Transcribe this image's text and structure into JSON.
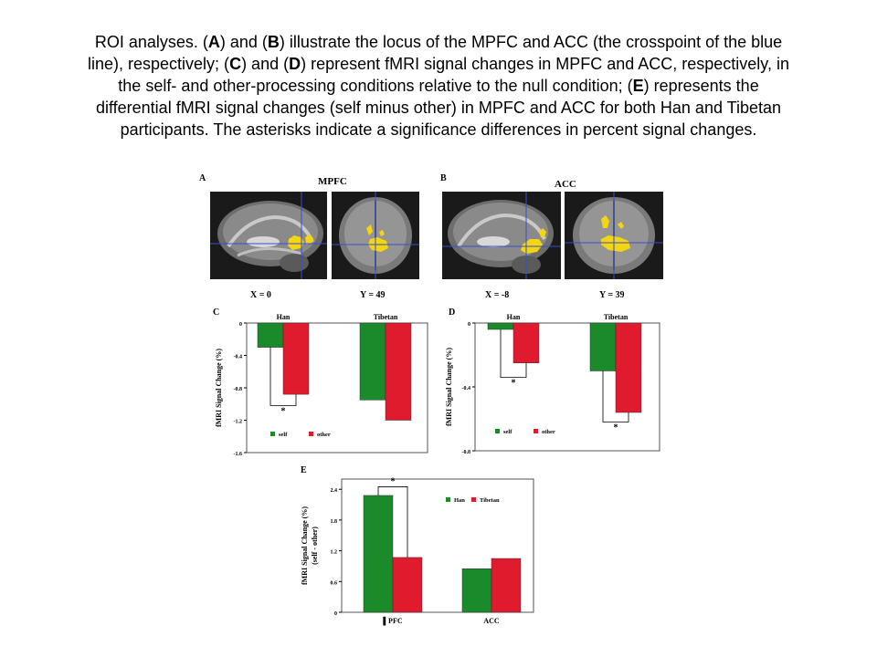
{
  "caption": {
    "lines": [
      {
        "segments": [
          "ROI analyses. (",
          "A",
          ") and (",
          "B",
          ") illustrate the locus of the MPFC and ACC (the crosspoint of the blue"
        ]
      },
      {
        "segments": [
          "line), respectively; (",
          "C",
          ") and (",
          "D",
          ") represent fMRI signal changes in MPFC and ACC, respectively, in"
        ]
      },
      {
        "segments": [
          "the self- and other-processing conditions relative to the null condition; (",
          "E",
          ") represents the"
        ]
      },
      {
        "segments": [
          "differential fMRI signal changes (self minus other) in MPFC and ACC for both Han and Tibetan"
        ]
      },
      {
        "segments": [
          "participants. The asterisks indicate a significance differences in percent signal changes."
        ]
      }
    ]
  },
  "brain_panels": {
    "A": {
      "letter": "A",
      "title": "MPFC",
      "coords": [
        "X = 0",
        "Y = 49"
      ]
    },
    "B": {
      "letter": "B",
      "title": "ACC",
      "coords": [
        "X = -8",
        "Y = 39"
      ]
    }
  },
  "colors": {
    "self": "#1a8a2a",
    "other": "#e01b2e",
    "activation": "#f3d511",
    "crosshair": "#3a4fd0",
    "axis": "#000000"
  },
  "chart_data": [
    {
      "id": "C",
      "panel_letter": "C",
      "type": "bar",
      "categories": [
        "Han",
        "Tibetan"
      ],
      "series": [
        {
          "name": "self",
          "values": [
            -0.3,
            -0.95
          ]
        },
        {
          "name": "other",
          "values": [
            -0.88,
            -1.2
          ]
        }
      ],
      "ylabel": "fMRI Signal Change (%)",
      "yticks": [
        "0",
        "-0.4",
        "-0.8",
        "-1.2",
        "-1.6"
      ],
      "ylim": [
        -1.6,
        0
      ],
      "categories_position": "top",
      "significance": [
        {
          "category": "Han",
          "marker": "*",
          "bracket_depth": -1.02
        }
      ],
      "legend": [
        "self",
        "other"
      ],
      "legend_position": "bottom-left"
    },
    {
      "id": "D",
      "panel_letter": "D",
      "type": "bar",
      "categories": [
        "Han",
        "Tibetan"
      ],
      "series": [
        {
          "name": "self",
          "values": [
            -0.04,
            -0.3
          ]
        },
        {
          "name": "other",
          "values": [
            -0.25,
            -0.56
          ]
        }
      ],
      "ylabel": "fMRI Signal Change (%)",
      "yticks": [
        "0",
        "-0.4",
        "-0.8"
      ],
      "ylim": [
        -0.8,
        0
      ],
      "categories_position": "top",
      "significance": [
        {
          "category": "Han",
          "marker": "*",
          "bracket_depth": -0.34
        },
        {
          "category": "Tibetan",
          "marker": "*",
          "bracket_depth": -0.62
        }
      ],
      "legend": [
        "self",
        "other"
      ],
      "legend_position": "bottom-left"
    },
    {
      "id": "E",
      "panel_letter": "E",
      "type": "bar",
      "categories": [
        "MPFC",
        "ACC"
      ],
      "category_labels": [
        "▌PFC",
        "ACC"
      ],
      "series": [
        {
          "name": "Han",
          "values": [
            2.28,
            0.85
          ]
        },
        {
          "name": "Tibetan",
          "values": [
            1.07,
            1.05
          ]
        }
      ],
      "ylabel": "fMRI Signal Change (%)",
      "ylabel2": "(self - other)",
      "yticks": [
        "0",
        "0.6",
        "1.2",
        "1.8",
        "2.4"
      ],
      "ylim": [
        0,
        2.6
      ],
      "significance": [
        {
          "category": "MPFC",
          "marker": "*",
          "bracket_height": 2.45
        }
      ],
      "legend": [
        "Han",
        "Tibetan"
      ],
      "legend_position": "top-right"
    }
  ]
}
